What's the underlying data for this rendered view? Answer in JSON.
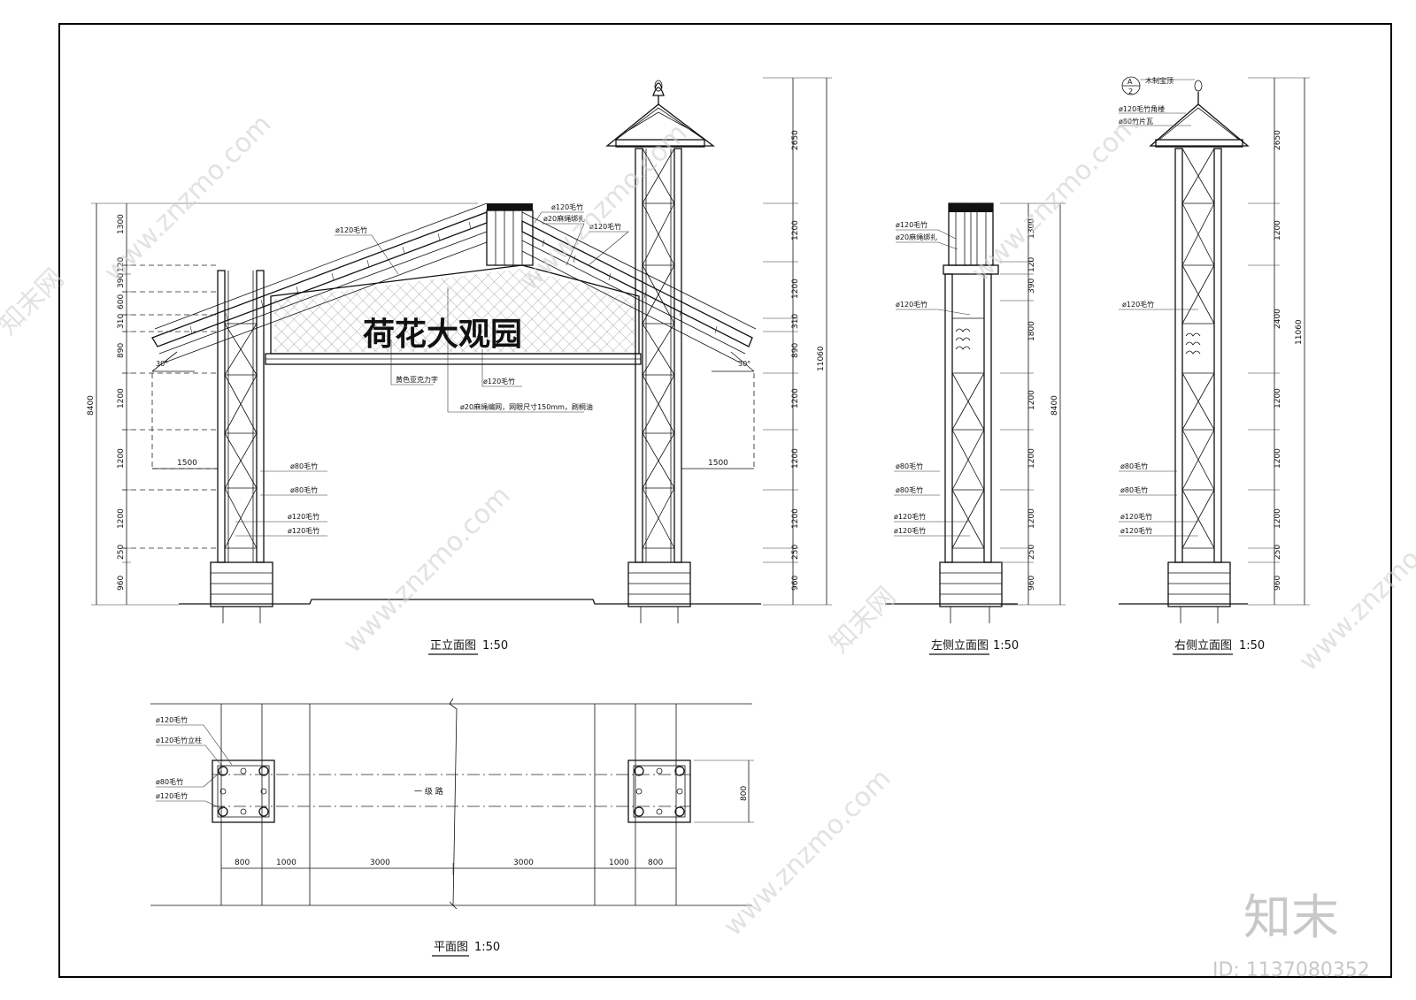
{
  "sign_text": "荷花大观园",
  "views": {
    "front": "正立面图",
    "left": "左侧立面图",
    "right": "右侧立面图",
    "plan": "平面图",
    "scale": "1:50"
  },
  "front_notes": {
    "bamboo120_a": "ø120毛竹",
    "rope_tie": "ø20麻绳绑扎",
    "bamboo120_b": "ø120毛竹",
    "yellow_text": "黄色亚克力字",
    "bamboo120_c": "ø120毛竹",
    "net": "ø20麻绳编网，网眼尺寸150mm，刷桐油",
    "bamboo80_a": "ø80毛竹",
    "bamboo80_b": "ø80毛竹",
    "bamboo120_d": "ø120毛竹",
    "bamboo120_e": "ø120毛竹"
  },
  "front_dims": {
    "left": [
      "1300",
      "120",
      "390",
      "600",
      "310",
      "890",
      "1200",
      "1200",
      "1200",
      "250",
      "960"
    ],
    "total_left": "8400",
    "right": [
      "2650",
      "1200",
      "1200",
      "310",
      "890",
      "1200",
      "1200",
      "1200",
      "250",
      "960"
    ],
    "total_right": "11060",
    "overhang_left": "1500",
    "overhang_right": "1500",
    "angle_left": "30°",
    "angle_right": "30°"
  },
  "left_notes": {
    "a": "ø120毛竹",
    "b": "ø20麻绳绑扎",
    "c": "ø120毛竹",
    "d": "ø80毛竹",
    "e": "ø80毛竹",
    "f": "ø120毛竹",
    "g": "ø120毛竹"
  },
  "left_dims": {
    "values": [
      "1300",
      "120",
      "390",
      "1800",
      "1200",
      "1200",
      "1200",
      "250",
      "960"
    ],
    "total": "8400"
  },
  "right_notes": {
    "marker_top": "A",
    "marker_bottom": "2",
    "top_label": "木制宝顶",
    "a": "ø120毛竹角楼",
    "b": "ø80竹片瓦",
    "c": "ø120毛竹",
    "d": "ø80毛竹",
    "e": "ø80毛竹",
    "f": "ø120毛竹",
    "g": "ø120毛竹"
  },
  "right_dims": {
    "values": [
      "2650",
      "1200",
      "2400",
      "1200",
      "1200",
      "1200",
      "250",
      "960"
    ],
    "total": "11060"
  },
  "plan_notes": {
    "a": "ø120毛竹",
    "b": "ø120毛竹立柱",
    "c": "ø80毛竹",
    "d": "ø120毛竹",
    "road": "一  级  路",
    "width": "800"
  },
  "plan_dims": [
    "800",
    "1000",
    "3000",
    "3000",
    "1000",
    "800"
  ],
  "watermarks": {
    "site": "www.znzmo.com",
    "cn": "知末网",
    "brand": "知末",
    "id": "ID: 1137080352"
  }
}
